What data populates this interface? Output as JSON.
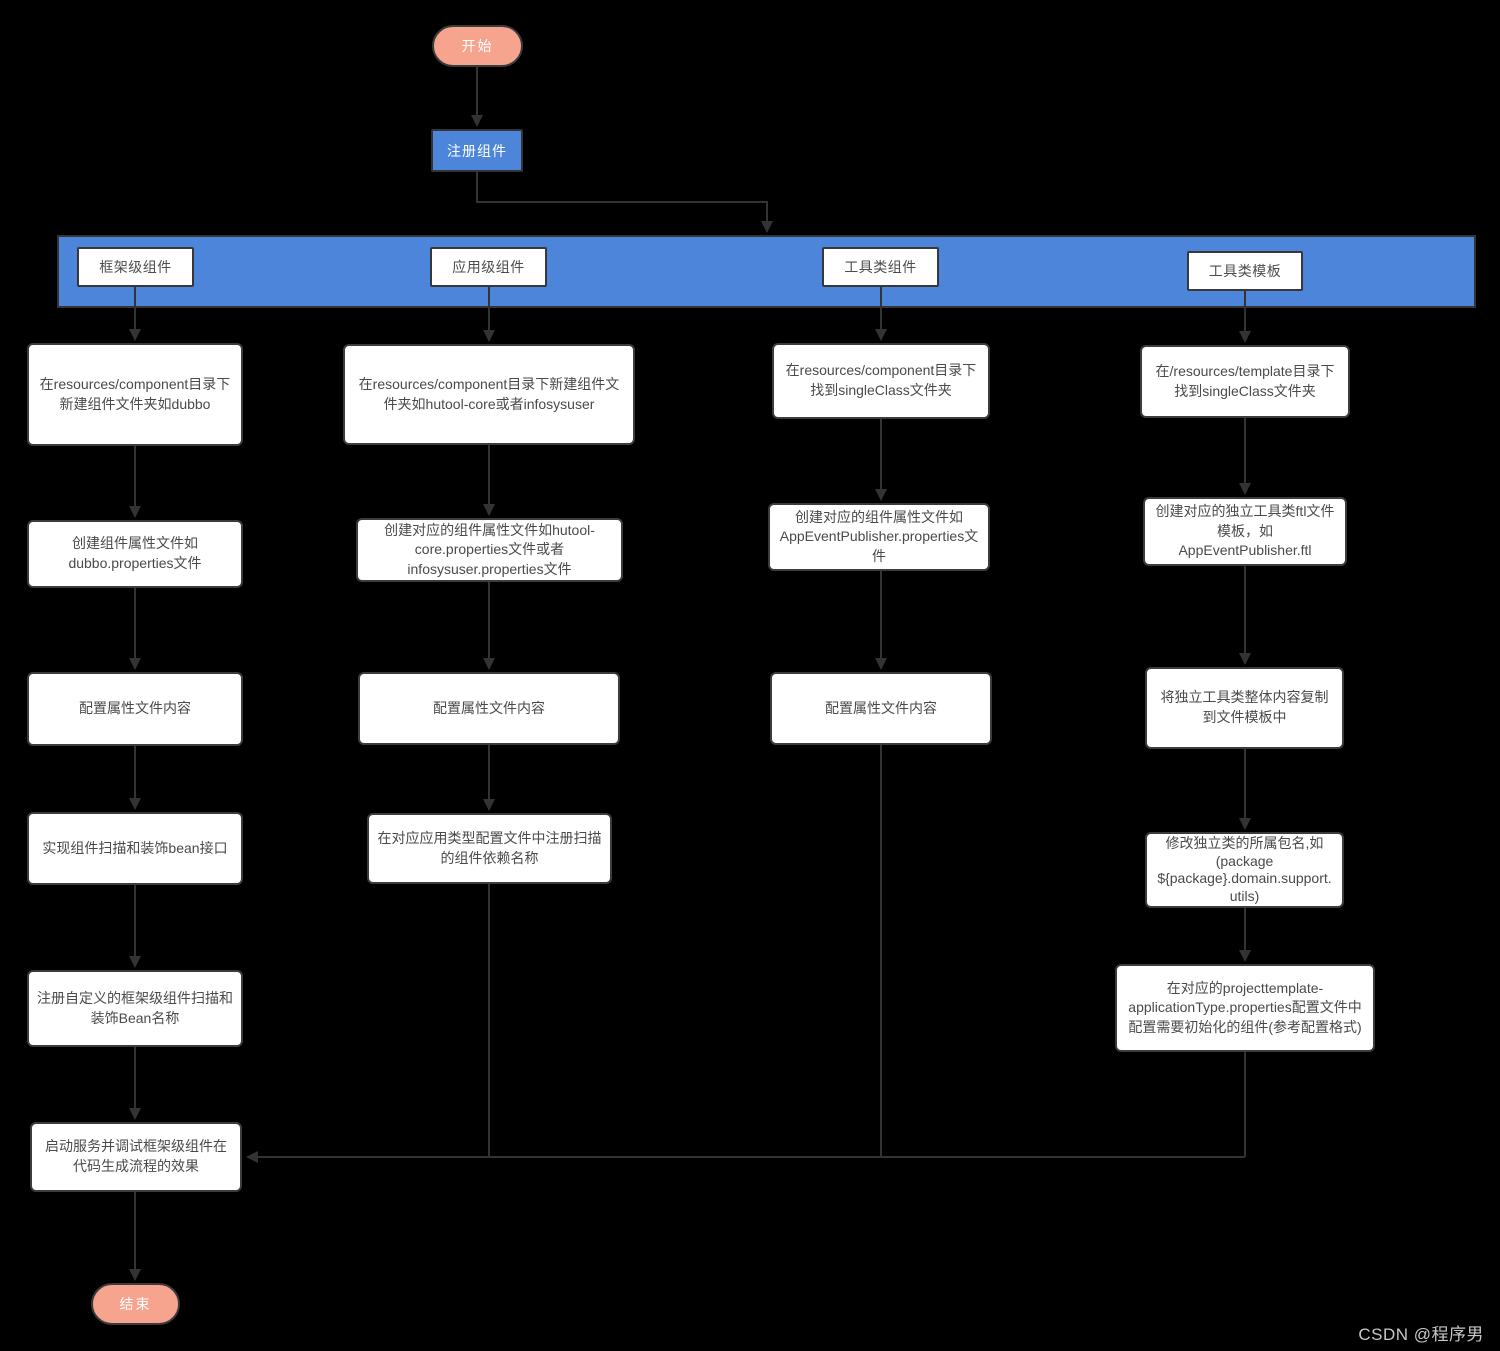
{
  "diagram": {
    "start_label": "开始",
    "register_label": "注册组件",
    "branches": [
      {
        "label": "框架级组件",
        "steps": [
          "在resources/component目录下新建组件文件夹如dubbo",
          "创建组件属性文件如dubbo.properties文件",
          "配置属性文件内容",
          "实现组件扫描和装饰bean接口",
          "注册自定义的框架级组件扫描和装饰Bean名称"
        ]
      },
      {
        "label": "应用级组件",
        "steps": [
          "在resources/component目录下新建组件文件夹如hutool-core或者infosysuser",
          "创建对应的组件属性文件如hutool-core.properties文件或者infosysuser.properties文件",
          "配置属性文件内容",
          "在对应应用类型配置文件中注册扫描的组件依赖名称"
        ]
      },
      {
        "label": "工具类组件",
        "steps": [
          "在resources/component目录下找到singleClass文件夹",
          "创建对应的组件属性文件如AppEventPublisher.properties文件",
          "配置属性文件内容"
        ]
      },
      {
        "label": "工具类模板",
        "steps": [
          "在/resources/template目录下找到singleClass文件夹",
          "创建对应的独立工具类ftl文件模板，如AppEventPublisher.ftl",
          "将独立工具类整体内容复制到文件模板中",
          "修改独立类的所属包名,如(package ${package}.domain.support.utils)",
          "在对应的projecttemplate-applicationType.properties配置文件中配置需要初始化的组件(参考配置格式)"
        ]
      }
    ],
    "final_label": "启动服务并调试框架级组件在代码生成流程的效果",
    "end_label": "结束",
    "watermark": "CSDN @程序男",
    "colors": {
      "background": "#000000",
      "terminator": "#F7A48E",
      "process_accent": "#4C85D9",
      "line": "#333333",
      "step_background": "#FFFFFF",
      "step_text": "#4A4A4A"
    }
  }
}
